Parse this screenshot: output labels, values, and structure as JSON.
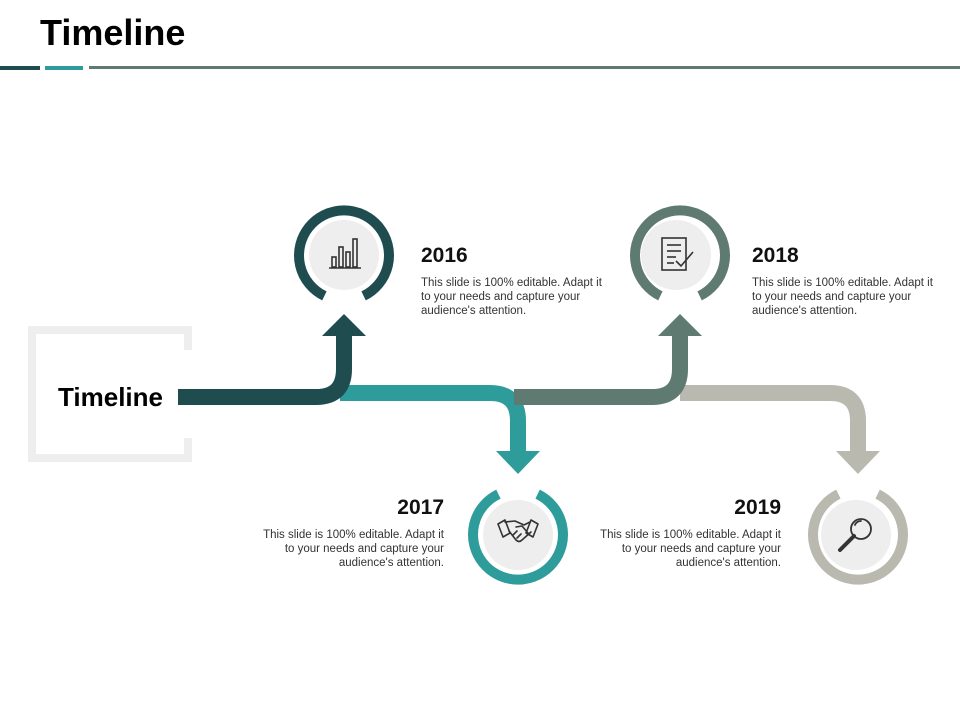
{
  "title": "Timeline",
  "start_label": "Timeline",
  "colors": {
    "dark_teal": "#1f4d4f",
    "teal": "#2e9c9a",
    "slate_green": "#5f7a70",
    "light_gray": "#b9b9b0",
    "icon_bg": "#eeeeee"
  },
  "milestones": [
    {
      "year": "2016",
      "text": "This slide is 100% editable. Adapt it to your needs and capture your audience's attention.",
      "icon": "bar-chart-icon"
    },
    {
      "year": "2017",
      "text": "This slide is 100% editable. Adapt it to your needs and capture your audience's attention.",
      "icon": "handshake-icon"
    },
    {
      "year": "2018",
      "text": "This slide is 100% editable. Adapt it to your needs and capture your audience's attention.",
      "icon": "checklist-icon"
    },
    {
      "year": "2019",
      "text": "This slide is 100% editable. Adapt it to your needs and capture your audience's attention.",
      "icon": "magnifier-icon"
    }
  ]
}
